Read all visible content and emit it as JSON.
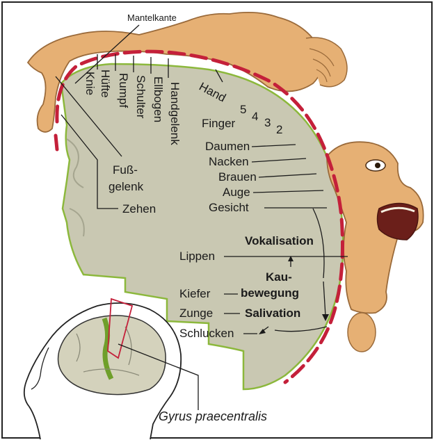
{
  "labels": {
    "mantelkante": "Mantelkante",
    "knie": "Knie",
    "huefte": "Hüfte",
    "rumpf": "Rumpf",
    "schulter": "Schulter",
    "ellbogen": "Ellbogen",
    "handgelenk": "Handgelenk",
    "hand": "Hand",
    "finger": "Finger",
    "n5": "5",
    "n4": "4",
    "n3": "3",
    "n2": "2",
    "daumen": "Daumen",
    "nacken": "Nacken",
    "brauen": "Brauen",
    "auge": "Auge",
    "gesicht": "Gesicht",
    "fuss": "Fuß-",
    "gelenk": "gelenk",
    "zehen": "Zehen",
    "vokalisation": "Vokalisation",
    "lippen": "Lippen",
    "kau": "Kau-",
    "bewegung": "bewegung",
    "salivation": "Salivation",
    "kiefer": "Kiefer",
    "zunge": "Zunge",
    "schlucken": "Schlucken",
    "gyrus": "Gyrus praecentralis"
  },
  "colors": {
    "cortex": "#c9c8b2",
    "cortex_outline": "#8cb83c",
    "homunculus": "#e6b074",
    "homunculus_outline": "#9a6a3a",
    "dashed_line": "#c4203a",
    "text": "#1a1a1a"
  }
}
